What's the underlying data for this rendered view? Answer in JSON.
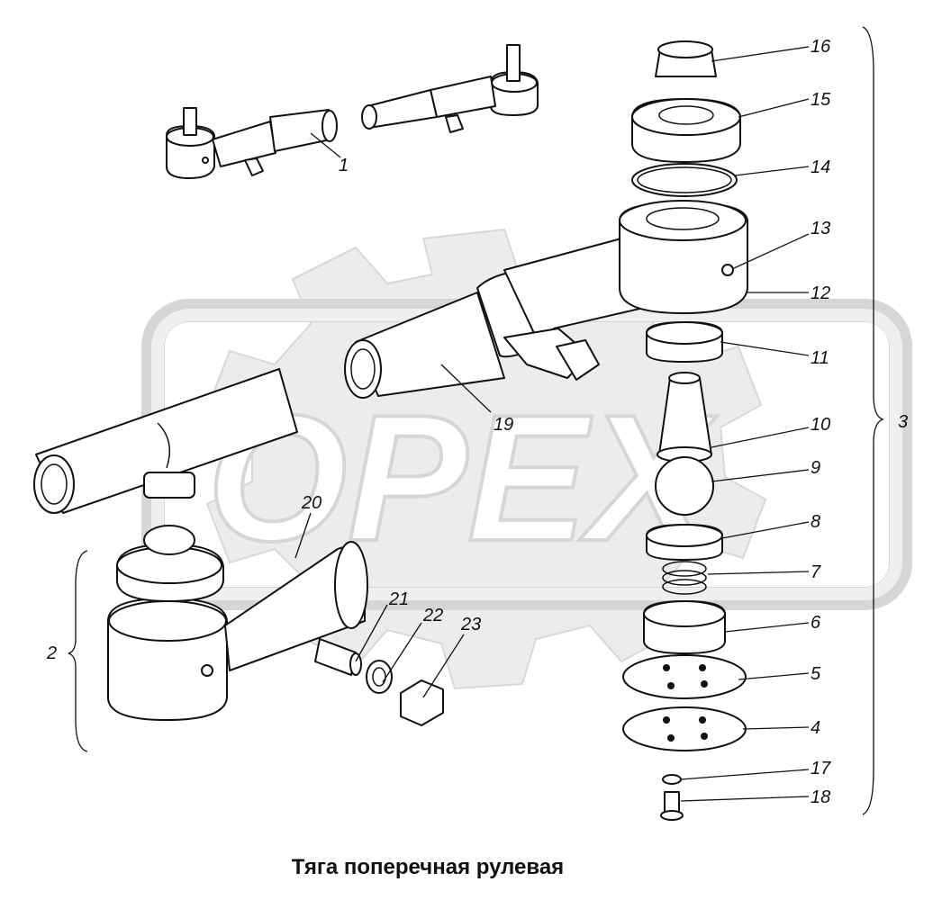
{
  "caption": "Тяга поперечная рулевая",
  "watermark": {
    "text": "OPEX"
  },
  "callouts": {
    "c1": "1",
    "c2": "2",
    "c3": "3",
    "c4": "4",
    "c5": "5",
    "c6": "6",
    "c7": "7",
    "c8": "8",
    "c9": "9",
    "c10": "10",
    "c11": "11",
    "c12": "12",
    "c13": "13",
    "c14": "14",
    "c15": "15",
    "c16": "16",
    "c17": "17",
    "c18": "18",
    "c19": "19",
    "c20": "20",
    "c21": "21",
    "c22": "22",
    "c23": "23"
  }
}
